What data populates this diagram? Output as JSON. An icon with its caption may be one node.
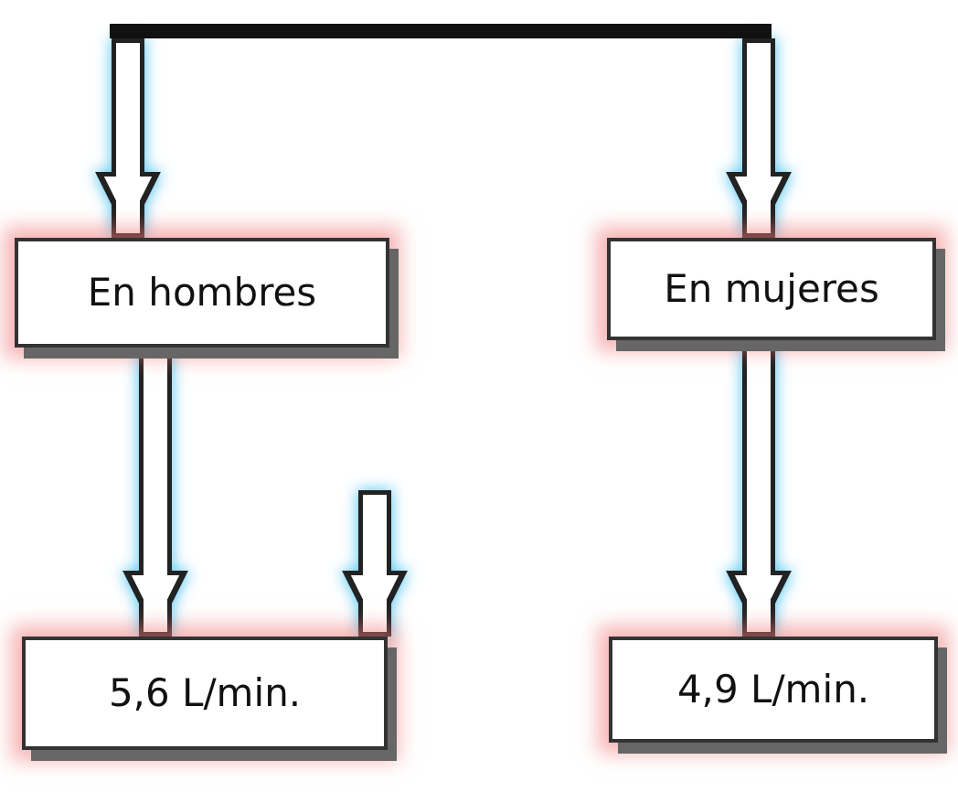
{
  "diagram": {
    "nodes": [
      {
        "text": [],
        "shape": "bar"
      },
      {
        "text": [
          "En hombres"
        ]
      },
      {
        "text": [
          "En mujeres"
        ]
      },
      {
        "text": [
          "5,6 L/min."
        ]
      },
      {
        "text": [
          "4,9 L/min."
        ]
      }
    ],
    "edges": [
      {
        "from": 0,
        "to": 1,
        "arrow": "to"
      },
      {
        "from": 0,
        "to": 2,
        "arrow": "to"
      },
      {
        "from": 1,
        "to": 3,
        "arrow": "to"
      },
      {
        "from": 2,
        "to": 4,
        "arrow": "to"
      },
      {
        "from": null,
        "to": 3,
        "arrow": "to"
      }
    ]
  }
}
